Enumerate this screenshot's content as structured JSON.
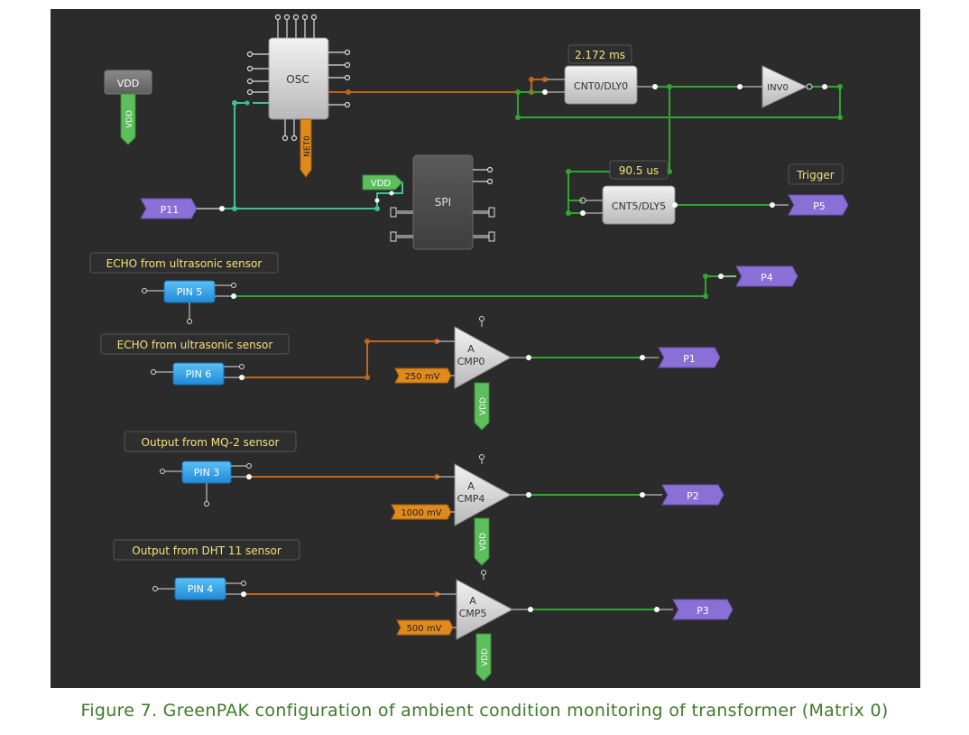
{
  "caption": "Figure 7. GreenPAK configuration of ambient condition monitoring of transformer (Matrix 0)",
  "colors": {
    "background": "#2b2b2b",
    "wire_green": "#2ea72e",
    "wire_orange": "#c0661c",
    "wire_cyan": "#3fbfa0",
    "pin_blue": "#2e9ee6",
    "port_purple": "#8a6fd6",
    "vdd_green": "#5cbf5c",
    "orange_label": "#e08a1c",
    "label_text": "#f5e27a",
    "block_gray": "#c9c9c9"
  },
  "blocks": {
    "vdd": "VDD",
    "vdd_tag": "VDD",
    "osc": "OSC",
    "net0": "NET0",
    "spi": "SPI",
    "spi_vdd": "VDD",
    "cnt0": "CNT0/DLY0",
    "cnt0_time": "2.172 ms",
    "inv0": "INV0",
    "cnt5": "CNT5/DLY5",
    "cnt5_time": "90.5 us",
    "trigger_label": "Trigger"
  },
  "ports": {
    "p11": "P11",
    "p5": "P5",
    "p4": "P4",
    "p1": "P1",
    "p2": "P2",
    "p3": "P3"
  },
  "pins": {
    "pin5": "PIN 5",
    "pin6": "PIN 6",
    "pin3": "PIN 3",
    "pin4": "PIN 4"
  },
  "labels": {
    "echo1": "ECHO from ultrasonic sensor",
    "echo2": "ECHO from ultrasonic sensor",
    "mq2": "Output from MQ-2 sensor",
    "dht11": "Output from DHT 11 sensor"
  },
  "comparators": {
    "cmp0": {
      "top": "A",
      "name": "CMP0",
      "ref": "250 mV",
      "vdd": "VDD"
    },
    "cmp4": {
      "top": "A",
      "name": "CMP4",
      "ref": "1000 mV",
      "vdd": "VDD"
    },
    "cmp5": {
      "top": "A",
      "name": "CMP5",
      "ref": "500 mV",
      "vdd": "VDD"
    }
  }
}
